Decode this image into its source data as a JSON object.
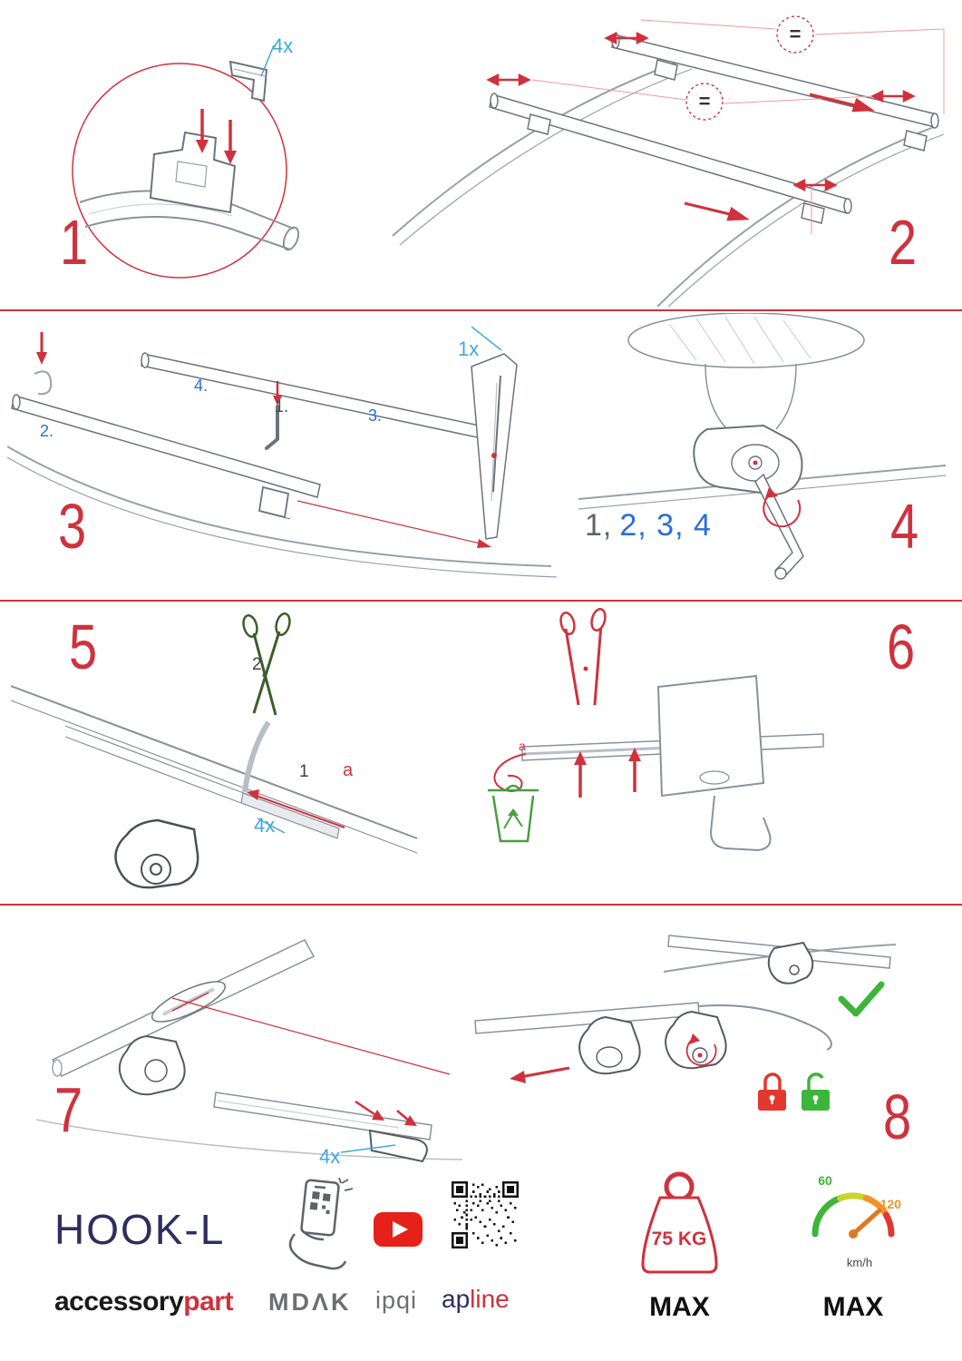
{
  "colors": {
    "accent_red": "#d0313d",
    "accent_blue_cyan": "#3fa9dc",
    "accent_blue": "#2a6fd4",
    "success_green": "#3db53a",
    "lock_red": "#e4372e",
    "navy": "#2e2e5e",
    "logo_grey": "#6d6e71",
    "gauge_orange": "#f0932a"
  },
  "steps": {
    "s1": {
      "number": "1",
      "qty": "4x"
    },
    "s2": {
      "number": "2",
      "equal": "="
    },
    "s3": {
      "number": "3",
      "qty": "1x",
      "m1": "1.",
      "m2": "2.",
      "m3": "3.",
      "m4": "4."
    },
    "s4": {
      "number": "4",
      "seq_first": "1,",
      "seq_rest": "2, 3, 4"
    },
    "s5": {
      "number": "5",
      "n2": "2",
      "n1": "1",
      "a": "a",
      "qty": "4x"
    },
    "s6": {
      "number": "6",
      "a": "a"
    },
    "s7": {
      "number": "7",
      "qty": "4x"
    },
    "s8": {
      "number": "8"
    }
  },
  "footer": {
    "product": "HOOK-L",
    "brand_left": "accessory",
    "brand_right": "part",
    "logo_mdak": "MDΛK",
    "logo_ipqi": "ipqi",
    "logo_ap": "ap",
    "logo_line": "line",
    "weight_value": "75 KG",
    "weight_max": "MAX",
    "speed_low": "60",
    "speed_high": "120",
    "speed_unit": "km/h",
    "speed_max": "MAX"
  }
}
